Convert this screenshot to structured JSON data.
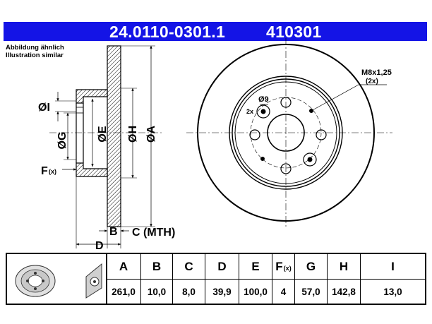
{
  "header": {
    "part_number": "24.0110-0301.1",
    "short_code": "410301"
  },
  "note": {
    "line1": "Abbildung ähnlich",
    "line2": "Illustration similar"
  },
  "drawing": {
    "dim_I": "ØI",
    "dim_G": "ØG",
    "dim_E": "ØE",
    "dim_H": "ØH",
    "dim_A": "ØA",
    "dim_F": "F",
    "dim_F_sub": "(x)",
    "dim_B": "B",
    "dim_C": "C (MTH)",
    "dim_D": "D",
    "bolt_label": "M8x1,25",
    "bolt_count": "(2x)",
    "hole_label": "Ø9",
    "hole_count": "2x"
  },
  "table": {
    "headers": [
      "A",
      "B",
      "C",
      "D",
      "E",
      "F",
      "G",
      "H",
      "I"
    ],
    "header_F_sub": "(x)",
    "values": [
      "261,0",
      "10,0",
      "8,0",
      "39,9",
      "100,0",
      "4",
      "57,0",
      "142,8",
      "13,0"
    ]
  }
}
